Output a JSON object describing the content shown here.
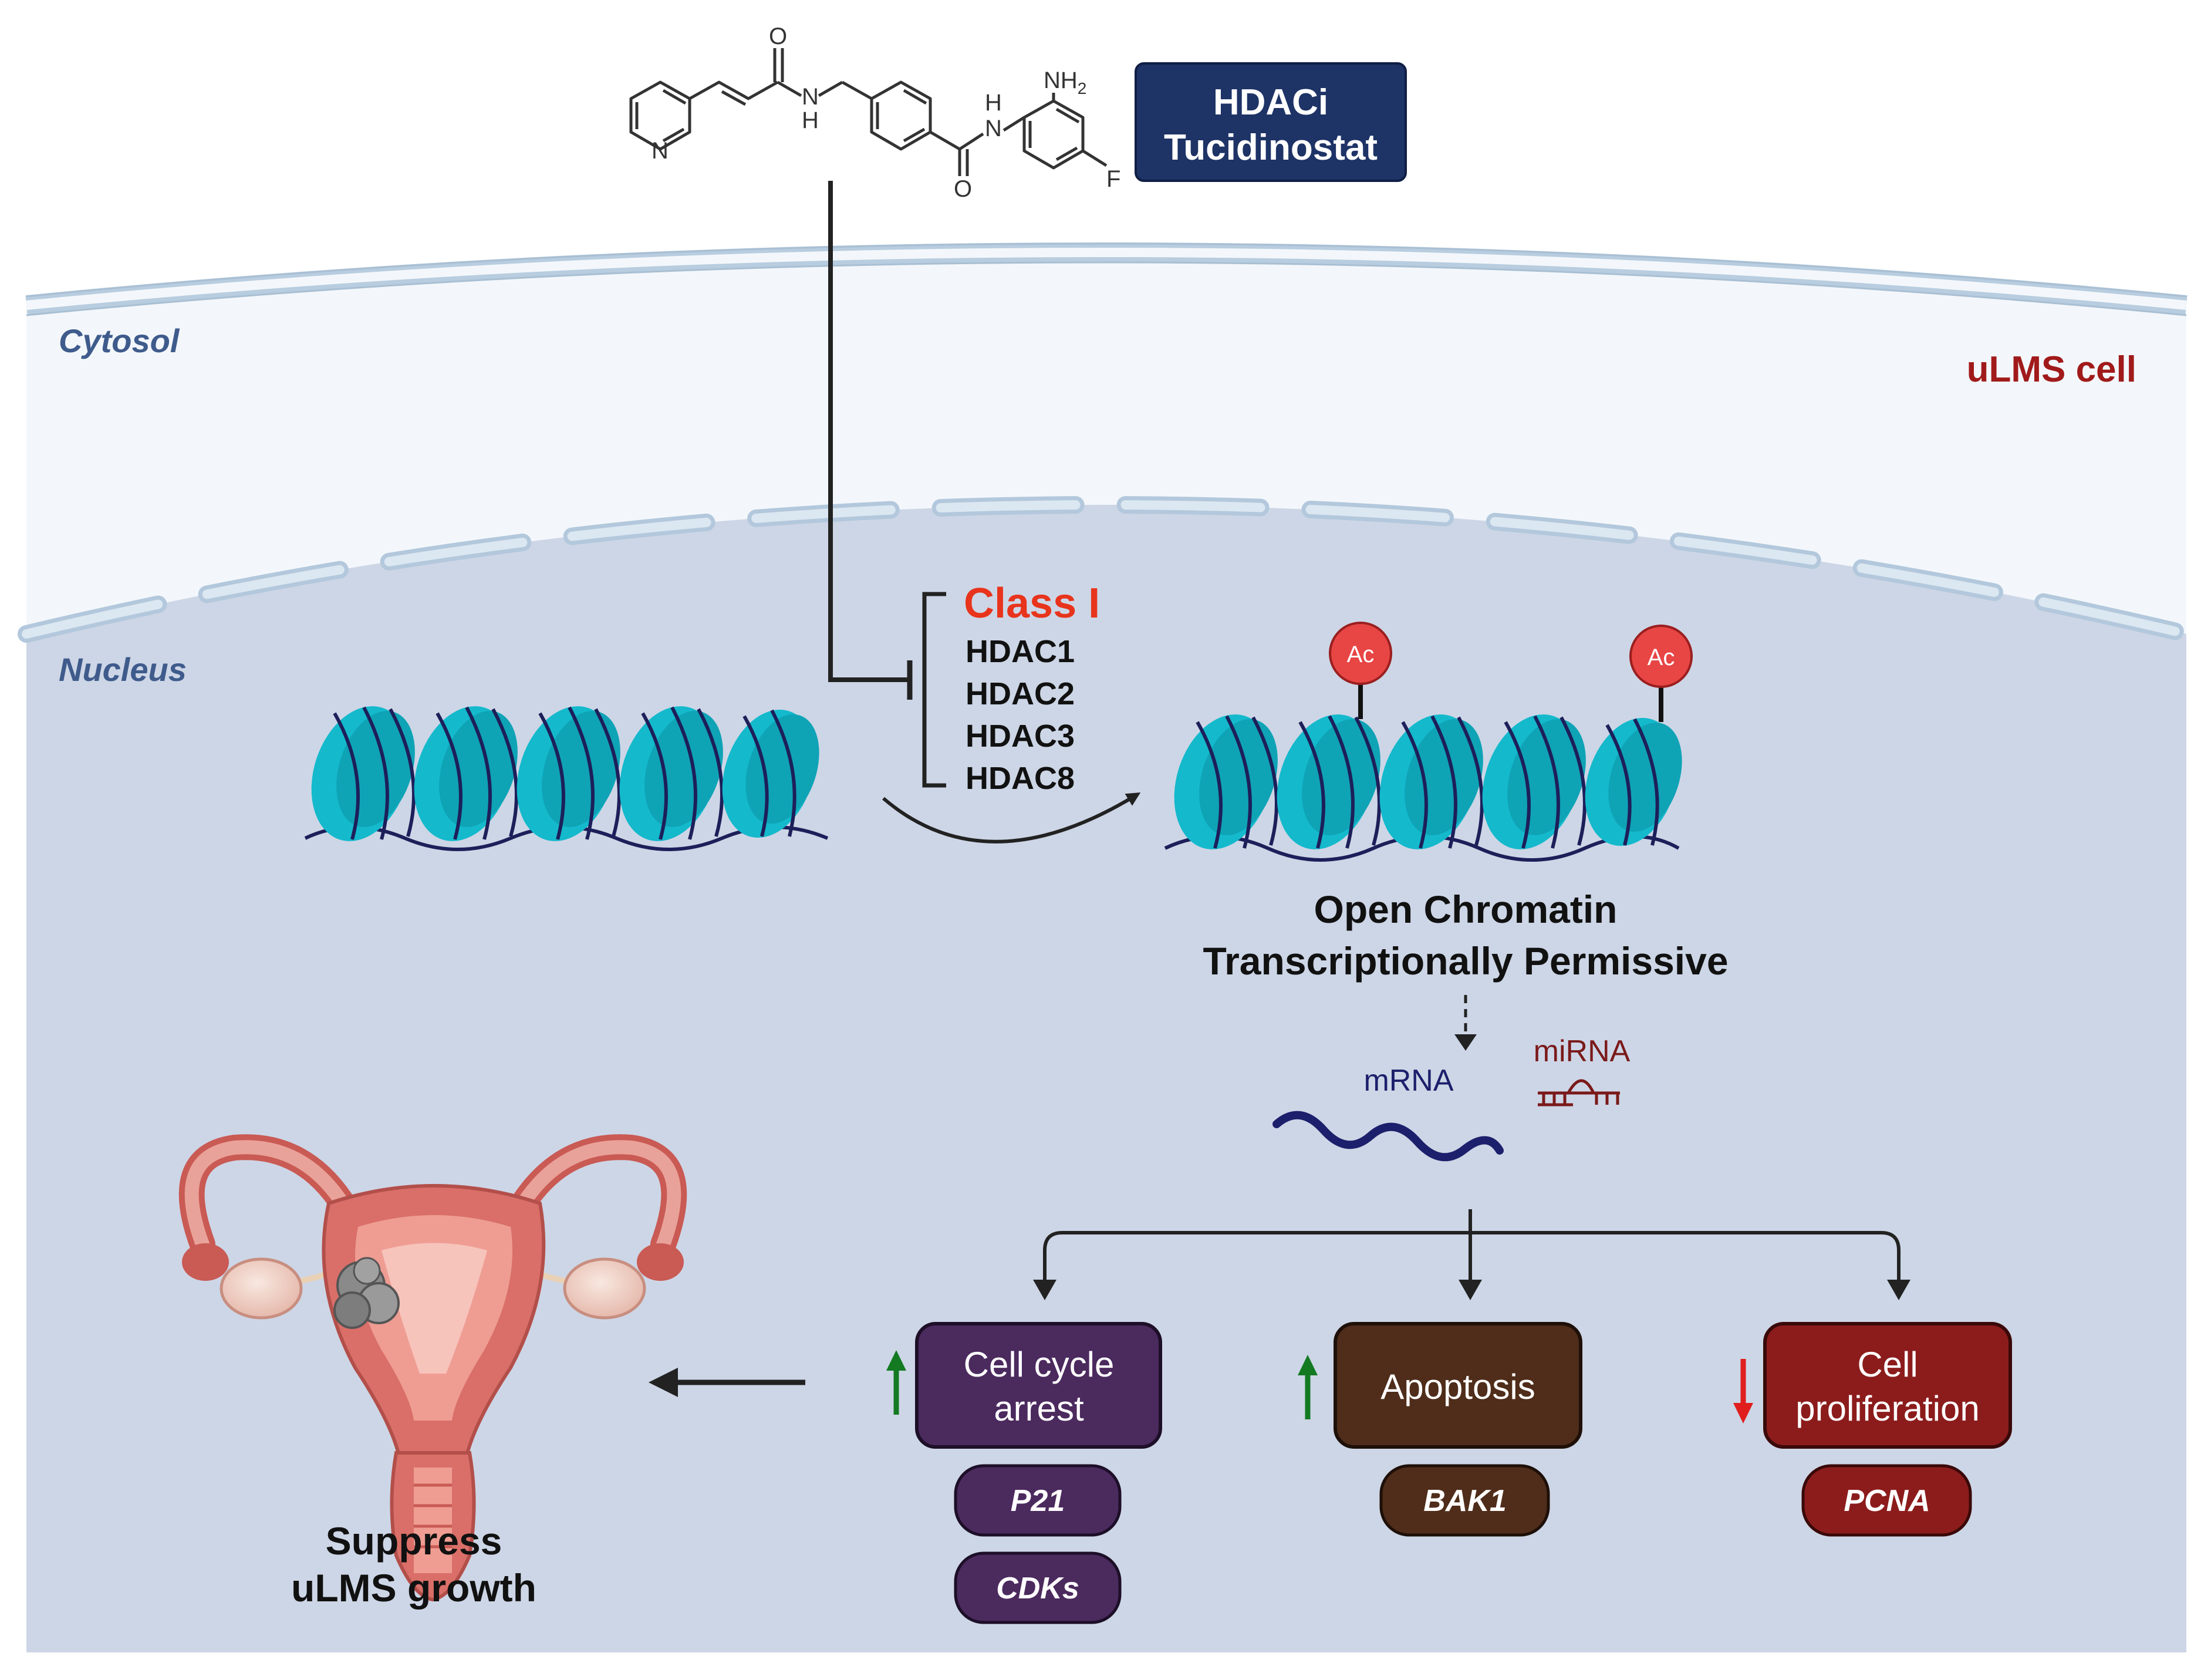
{
  "drug": {
    "box_line1": "HDACi",
    "box_line2": "Tucidinostat",
    "atom_o_top": "O",
    "atom_n_amide1": "N",
    "atom_h_amide1": "H",
    "atom_n_pyridine": "N",
    "atom_h_amide2": "H",
    "atom_n_amide2": "N",
    "atom_nh2_n": "NH",
    "atom_nh2_sub": "2",
    "atom_o_bottom": "O",
    "atom_f": "F"
  },
  "regions": {
    "cytosol": "Cytosol",
    "nucleus": "Nucleus",
    "cell_type": "uLMS cell"
  },
  "hdac": {
    "class_label": "Class I",
    "members": [
      "HDAC1",
      "HDAC2",
      "HDAC3",
      "HDAC8"
    ]
  },
  "chromatin": {
    "acetyl_label": "Ac",
    "state_line1": "Open Chromatin",
    "state_line2": "Transcriptionally Permissive"
  },
  "transcripts": {
    "mrna": "mRNA",
    "mirna": "miRNA"
  },
  "outcomes": [
    {
      "label_line1": "Cell cycle",
      "label_line2": "arrest",
      "direction": "up",
      "markers": [
        "P21",
        "CDKs"
      ],
      "color": "#4b2a5e"
    },
    {
      "label_line1": "Apoptosis",
      "label_line2": "",
      "direction": "up",
      "markers": [
        "BAK1"
      ],
      "color": "#4f2d1a"
    },
    {
      "label_line1": "Cell",
      "label_line2": "proliferation",
      "direction": "down",
      "markers": [
        "PCNA"
      ],
      "color": "#8c1c1c"
    }
  ],
  "result": {
    "line1": "Suppress",
    "line2": "uLMS growth"
  },
  "colors": {
    "drug_box": "#1e3366",
    "class_label": "#e8341c",
    "cell_type": "#a11a1a",
    "region_label": "#3f5b8c",
    "nucleosome": "#14b9cc",
    "dna": "#1d1f5a",
    "acetyl": "#e84545",
    "mrna": "#1c1f6b",
    "mirna": "#7a1a1a",
    "up_arrow": "#137a22",
    "down_arrow": "#e01e1e"
  }
}
